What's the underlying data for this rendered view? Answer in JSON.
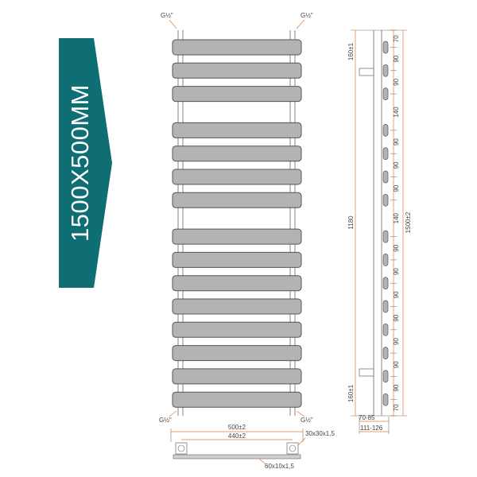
{
  "banner": {
    "text": "1500X500MM",
    "color": "#0f6d74"
  },
  "colors": {
    "bar_fill": "#b3b3b3",
    "bar_stroke": "#555555",
    "dimension": "#e07a3a",
    "text": "#444444"
  },
  "connections": {
    "top_left": "G½\"",
    "top_right": "G½\"",
    "bottom_left": "G½\"",
    "bottom_right": "G½\""
  },
  "front_view": {
    "bar_count": 15,
    "group_sizes": [
      3,
      4,
      8
    ]
  },
  "bottom_view": {
    "width_outer": "500±2",
    "width_inner": "440±2",
    "rail_profile": "30x30x1,5",
    "bar_profile": "60x10x1,5"
  },
  "side_view": {
    "top_offset": "160±1",
    "bottom_offset": "160±1",
    "center_distance": "1180",
    "total_height": "1500±2",
    "depth_a": "70-85",
    "depth_b": "111-126",
    "spacings": [
      "70",
      "90",
      "90",
      "140",
      "90",
      "90",
      "90",
      "140",
      "90",
      "90",
      "90",
      "90",
      "90",
      "90",
      "90",
      "70"
    ]
  }
}
